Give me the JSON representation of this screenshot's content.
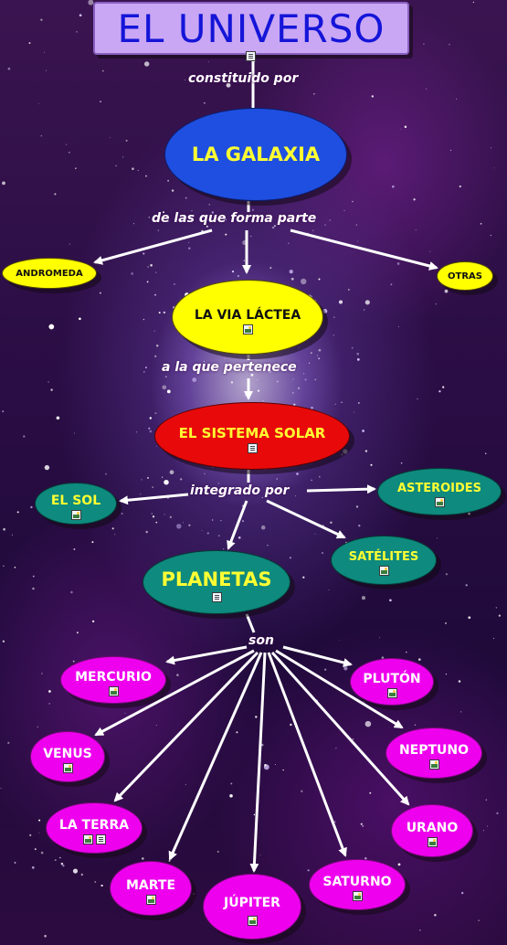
{
  "title": "EL UNIVERSO",
  "links": {
    "constituido": "constituido por",
    "forma_parte": "de las que forma parte",
    "pertenece": "a la que pertenece",
    "integrado": "integrado por",
    "son": "son"
  },
  "nodes": {
    "galaxia": "LA GALAXIA",
    "andromeda": "ANDROMEDA",
    "otras": "OTRAS",
    "via_lactea": "LA VIA LÁCTEA",
    "sistema_solar": "EL SISTEMA SOLAR",
    "sol": "EL SOL",
    "asteroides": "ASTEROIDES",
    "satelites": "SATÉLITES",
    "planetas": "PLANETAS",
    "mercurio": "MERCURIO",
    "venus": "VENUS",
    "la_terra": "LA TERRA",
    "marte": "MARTE",
    "jupiter": "JÚPITER",
    "saturno": "SATURNO",
    "urano": "URANO",
    "neptuno": "NEPTUNO",
    "pluton": "PLUTÓN"
  },
  "colors": {
    "title_bg": "#c9a7f4",
    "title_text": "#1515d8",
    "galaxia": "#1f4fe0",
    "via_lactea": "#ffff00",
    "sistema_solar": "#e80a0a",
    "teal": "#0e8a7e",
    "planet": "#ee00ee"
  },
  "icons": [
    "document-icon",
    "image-icon"
  ]
}
